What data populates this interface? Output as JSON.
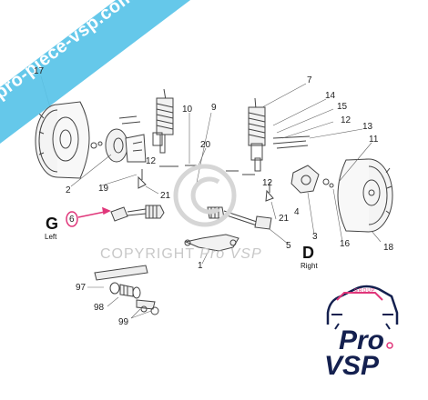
{
  "watermark_banner": {
    "text": "pro-piece-vsp.com"
  },
  "copyright": {
    "prefix": "COPYRIGHT",
    "brand": "Pro VSP"
  },
  "sides": {
    "left": {
      "letter": "G",
      "word": "Left"
    },
    "right": {
      "letter": "D",
      "word": "Right"
    }
  },
  "callouts": [
    "17",
    "7",
    "14",
    "15",
    "12",
    "13",
    "11",
    "10",
    "9",
    "20",
    "12",
    "12",
    "19",
    "2",
    "21",
    "4",
    "21",
    "3",
    "16",
    "18",
    "6",
    "5",
    "1",
    "97",
    "98",
    "99"
  ],
  "logo": {
    "group_text": "GROUP",
    "line1": "Pro",
    "line2": "VSP"
  },
  "colors": {
    "banner": "#58c3e8",
    "highlight": "#e0367a",
    "logo_navy": "#14204f",
    "logo_pink": "#e0367a"
  }
}
